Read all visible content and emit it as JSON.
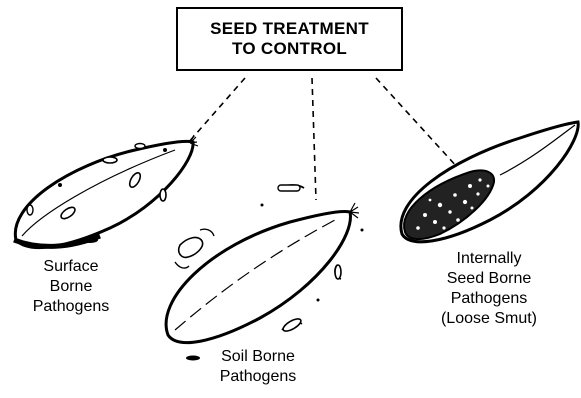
{
  "title": {
    "line1": "SEED TREATMENT",
    "line2": "TO CONTROL"
  },
  "labels": {
    "surface": [
      "Surface",
      "Borne",
      "Pathogens"
    ],
    "soil": [
      "Soil Borne",
      "Pathogens"
    ],
    "internal": [
      "Internally",
      "Seed Borne",
      "Pathogens",
      "(Loose Smut)"
    ]
  },
  "icons": {
    "surface_seed": "seed-with-surface-spores-icon",
    "soil_seed": "seed-with-soil-organisms-icon",
    "internal_seed": "seed-with-internal-infection-icon"
  }
}
